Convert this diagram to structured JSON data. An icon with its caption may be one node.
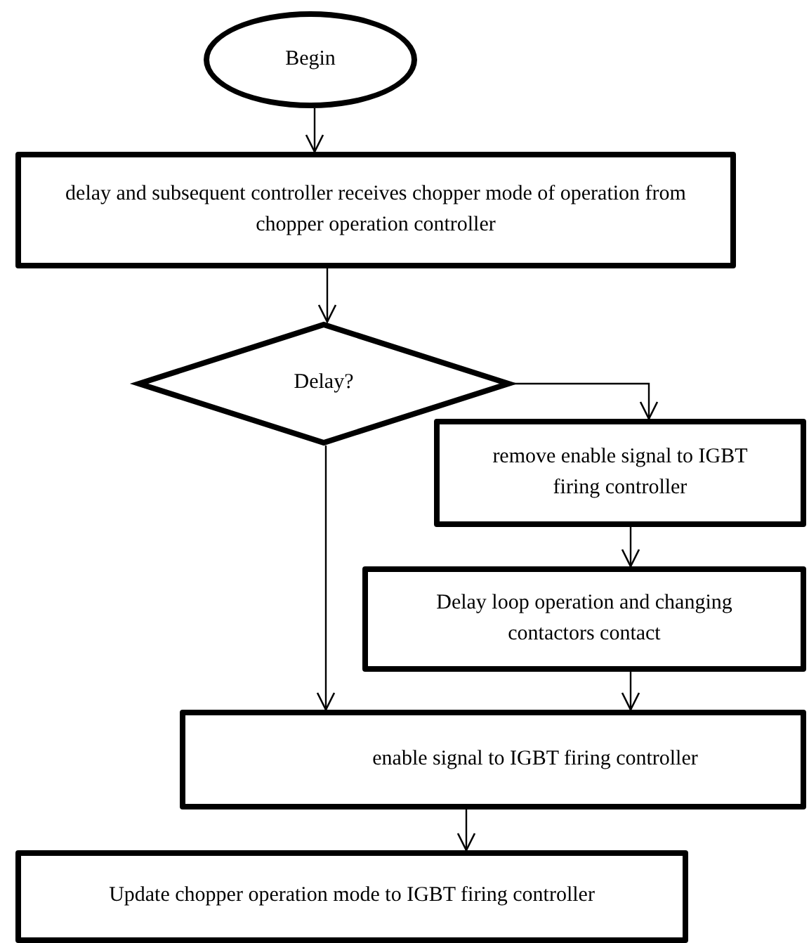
{
  "diagram": {
    "nodes": [
      {
        "text": [
          "Begin"
        ]
      },
      {
        "text": [
          "delay and subsequent controller receives chopper mode of operation from chopper operation controller"
        ]
      },
      {
        "text": [
          "Delay?"
        ]
      },
      {
        "text": [
          "remove enable signal to IGBT firing controller"
        ]
      },
      {
        "text": [
          "Delay loop  operation and changing contactors contact"
        ]
      },
      {
        "text": [
          "enable signal to IGBT firing controller"
        ]
      },
      {
        "text": [
          "Update chopper operation mode to IGBT firing controller"
        ]
      }
    ],
    "edges": [
      {
        "from": 0,
        "to": 1,
        "arrow": "to"
      },
      {
        "from": 1,
        "to": 2,
        "arrow": "to"
      },
      {
        "from": 2,
        "to": 3,
        "arrow": "to"
      },
      {
        "from": 3,
        "to": 4,
        "arrow": "to"
      },
      {
        "from": 4,
        "to": 5,
        "arrow": "to"
      },
      {
        "from": 2,
        "to": 5,
        "arrow": "to"
      },
      {
        "from": 5,
        "to": 6,
        "arrow": "to"
      }
    ]
  }
}
